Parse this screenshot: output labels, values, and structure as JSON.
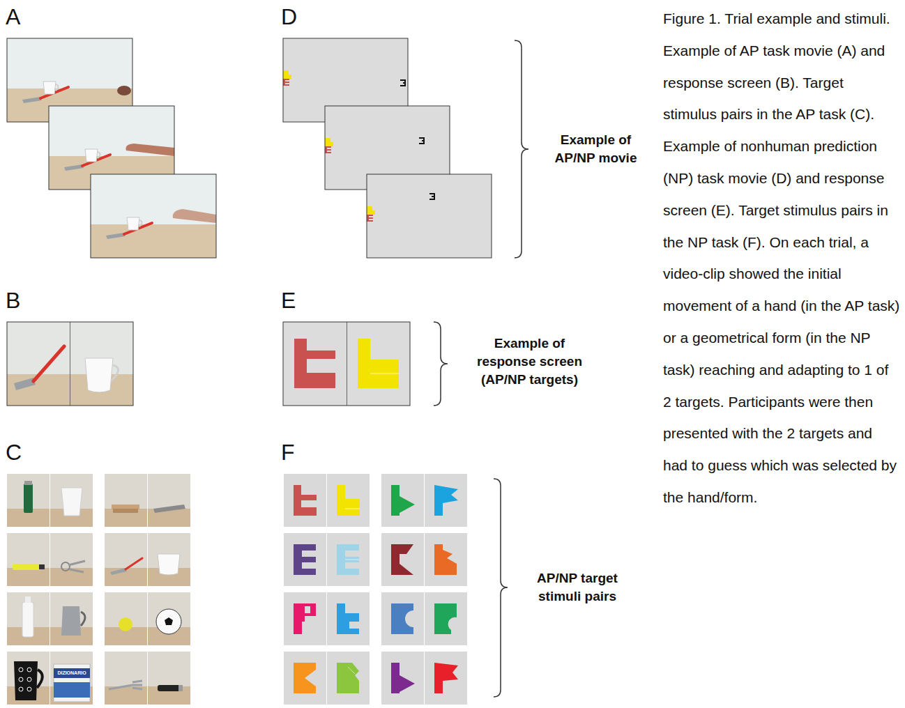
{
  "diagram": {
    "caption": "Figure 1. Trial example and stimuli. Example of AP task movie (A) and response screen (B). Target stimulus pairs in the AP task (C). Example of nonhuman prediction (NP) task movie (D) and response screen (E). Target stimulus pairs in the NP task (F). On each trial, a video-clip showed the initial movement of a hand (in the AP task) or a geometrical form (in the NP task) reaching and adapting to 1 of 2 targets. Participants were then presented with the 2 targets and had to guess which was selected by the hand/form.",
    "labels": [
      "A",
      "D",
      "Example of AP/NP movie",
      "B",
      "E",
      "Example of response screen (AP/NP targets)",
      "C",
      "F",
      "AP/NP target stimuli pairs",
      "DIZIONARIO"
    ]
  }
}
